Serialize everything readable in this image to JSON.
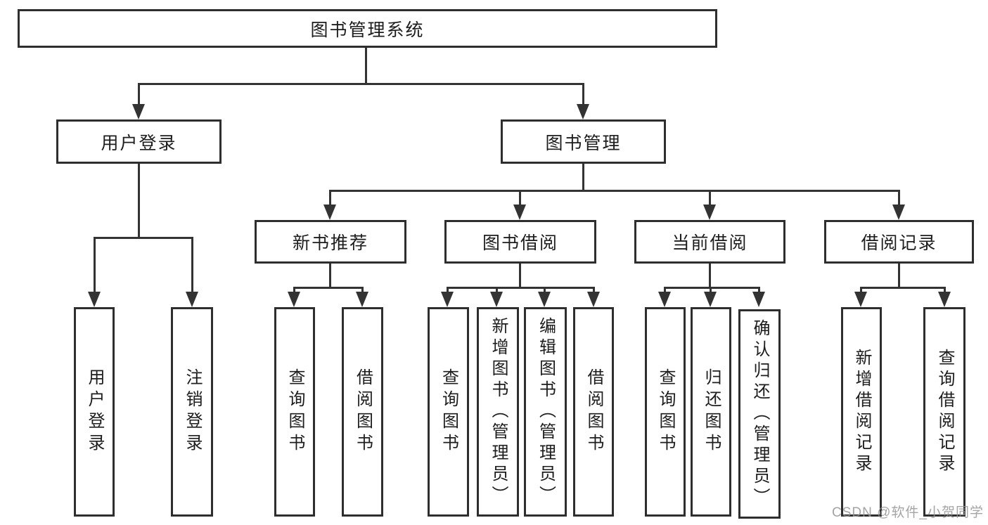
{
  "diagram": {
    "type": "hierarchy-tree",
    "title": "图书管理系统"
  },
  "nodes": {
    "root": {
      "label": "图书管理系统"
    },
    "user_login": {
      "label": "用户登录"
    },
    "book_mgmt": {
      "label": "图书管理"
    },
    "new_book_rec": {
      "label": "新书推荐"
    },
    "book_borrow": {
      "label": "图书借阅"
    },
    "current_borrow": {
      "label": "当前借阅"
    },
    "borrow_record": {
      "label": "借阅记录"
    },
    "leaves": {
      "ul_login": {
        "label": "用户登录"
      },
      "ul_logout": {
        "label": "注销登录"
      },
      "nb_query": {
        "label": "查询图书"
      },
      "nb_borrow": {
        "label": "借阅图书"
      },
      "bb_query": {
        "label": "查询图书"
      },
      "bb_add": {
        "label": "新增图书（管理员）"
      },
      "bb_edit": {
        "label": "编辑图书（管理员）"
      },
      "bb_borrow": {
        "label": "借阅图书"
      },
      "cb_query": {
        "label": "查询图书"
      },
      "cb_return": {
        "label": "归还图书"
      },
      "cb_confirm": {
        "label": "确认归还（管理员）"
      },
      "br_add": {
        "label": "新增借阅记录"
      },
      "br_query": {
        "label": "查询借阅记录"
      }
    }
  },
  "hierarchy": {
    "图书管理系统": {
      "用户登录": [
        "用户登录",
        "注销登录"
      ],
      "图书管理": {
        "新书推荐": [
          "查询图书",
          "借阅图书"
        ],
        "图书借阅": [
          "查询图书",
          "新增图书（管理员）",
          "编辑图书（管理员）",
          "借阅图书"
        ],
        "当前借阅": [
          "查询图书",
          "归还图书",
          "确认归还（管理员）"
        ],
        "借阅记录": [
          "新增借阅记录",
          "查询借阅记录"
        ]
      }
    }
  },
  "watermark": {
    "text": "CSDN @软件_小贺同学"
  },
  "colors": {
    "background": "#ffffff",
    "line": "#333333",
    "box_border": "#2e2e2e",
    "text": "#1d1d1d",
    "watermark": "#949494"
  }
}
